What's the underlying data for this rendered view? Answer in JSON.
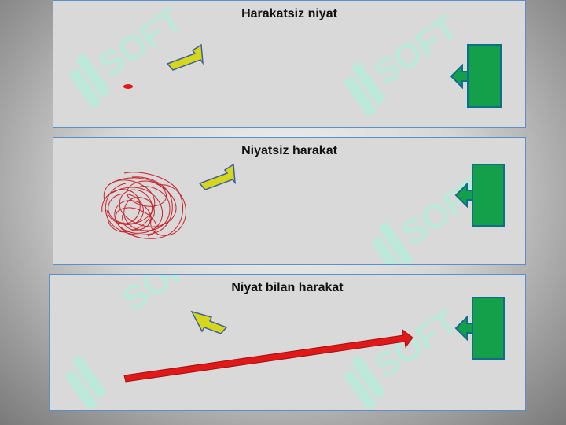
{
  "panels": [
    {
      "title": "Harakatsiz niyat"
    },
    {
      "title": "Niyatsiz harakat"
    },
    {
      "title": "Niyat bilan harakat"
    }
  ],
  "colors": {
    "panel_bg": "#d9d9d9",
    "panel_border": "#5b8fc9",
    "target_fill": "#14a04a",
    "target_stroke": "#0f6e8a",
    "yellow_arrow_fill": "#d6d61a",
    "yellow_arrow_stroke": "#3f5fa0",
    "red": "#e01818",
    "scribble": "#c8222a",
    "watermark": "#b8ecd9"
  },
  "watermark": {
    "text": "SOFT"
  }
}
